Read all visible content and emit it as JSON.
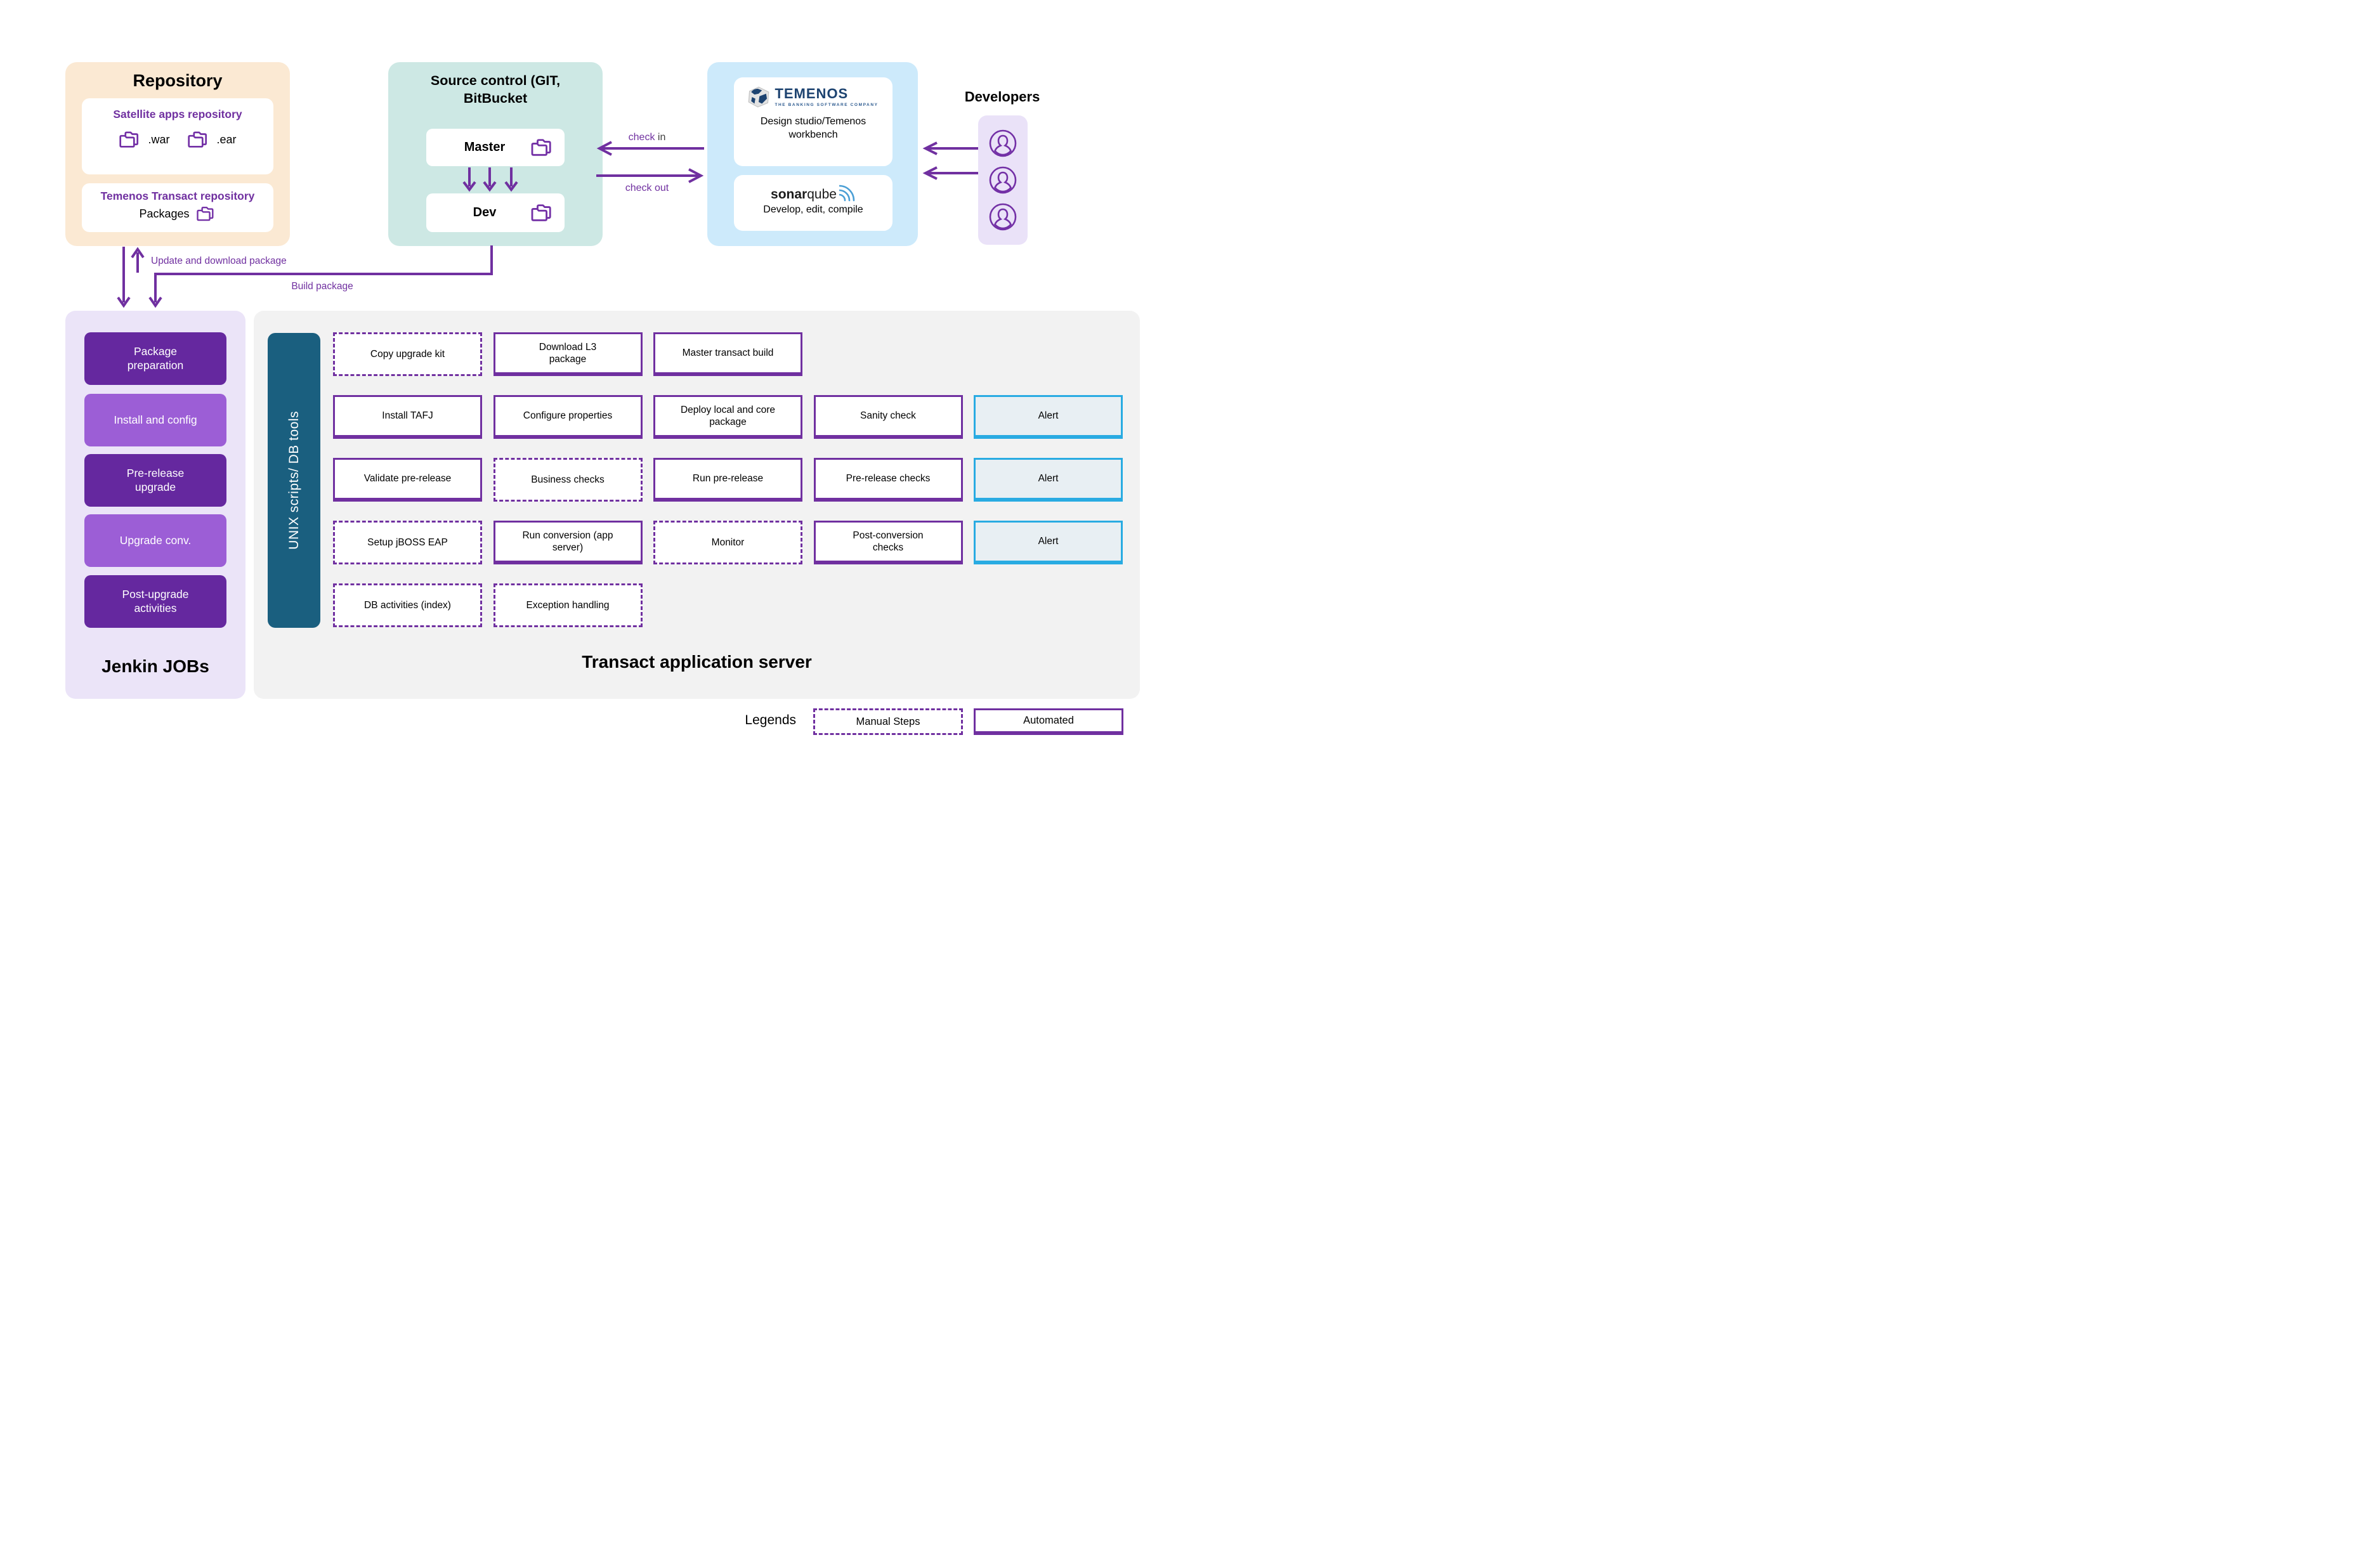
{
  "colors": {
    "arrow_purple": "#7030a0",
    "repository_bg": "#fbe9d3",
    "source_control_bg": "#cde8e4",
    "dev_tools_bg": "#cdeafb",
    "developers_bg": "#eae2f8",
    "jenkins_bg": "#ebe4f8",
    "jenkins_dark": "#65289f",
    "jenkins_light": "#9c5ed6",
    "server_bg": "#f2f2f2",
    "unix_bar_bg": "#1a5f7f",
    "alert_border": "#29abe2",
    "alert_bg": "#e8eff3",
    "temenos_navy": "#1d4370",
    "sonar_blue": "#4b9fd5"
  },
  "repository": {
    "title": "Repository",
    "satellite": {
      "title": "Satellite apps repository",
      "items": [
        ".war",
        ".ear"
      ]
    },
    "transact": {
      "title": "Temenos Transact repository",
      "packages_label": "Packages"
    }
  },
  "source_control": {
    "title_lines": [
      "Source control (GIT,",
      "BitBucket"
    ],
    "master": "Master",
    "dev": "Dev"
  },
  "dev_tools": {
    "temenos": {
      "brand": "TEMENOS",
      "tagline": "THE BANKING SOFTWARE COMPANY",
      "label": "Design studio/Temenos workbench"
    },
    "sonarqube": {
      "brand_bold": "sonar",
      "brand_light": "qube",
      "label": "Develop, edit, compile"
    }
  },
  "developers": {
    "title": "Developers"
  },
  "flows": {
    "check_in_word": "check",
    "check_in_word2": "in",
    "check_out": "check out",
    "update_download": "Update and download package",
    "build_package": "Build package"
  },
  "jenkins": {
    "title": "Jenkin JOBs",
    "jobs": [
      {
        "label": "Package preparation",
        "tone": "dark"
      },
      {
        "label": "Install and config",
        "tone": "light"
      },
      {
        "label": "Pre-release upgrade",
        "tone": "dark"
      },
      {
        "label": "Upgrade conv.",
        "tone": "light"
      },
      {
        "label": "Post-upgrade activities",
        "tone": "dark"
      }
    ]
  },
  "server": {
    "title": "Transact application server",
    "unix_bar": "UNIX scripts/ DB tools",
    "rows": [
      [
        {
          "label": "Copy upgrade kit",
          "type": "manual"
        },
        {
          "label": "Download L3 package",
          "type": "automated"
        },
        {
          "label": "Master transact build",
          "type": "automated"
        }
      ],
      [
        {
          "label": "Install TAFJ",
          "type": "automated"
        },
        {
          "label": "Configure properties",
          "type": "automated"
        },
        {
          "label": "Deploy local and core package",
          "type": "automated"
        },
        {
          "label": "Sanity check",
          "type": "automated"
        },
        {
          "label": "Alert",
          "type": "alert"
        }
      ],
      [
        {
          "label": "Validate pre-release",
          "type": "automated"
        },
        {
          "label": "Business checks",
          "type": "manual"
        },
        {
          "label": "Run pre-release",
          "type": "automated"
        },
        {
          "label": "Pre-release checks",
          "type": "automated"
        },
        {
          "label": "Alert",
          "type": "alert"
        }
      ],
      [
        {
          "label": "Setup jBOSS EAP",
          "type": "manual"
        },
        {
          "label": "Run conversion (app server)",
          "type": "automated"
        },
        {
          "label": "Monitor",
          "type": "manual"
        },
        {
          "label": "Post-conversion checks",
          "type": "automated"
        },
        {
          "label": "Alert",
          "type": "alert"
        }
      ],
      [
        {
          "label": "DB activities (index)",
          "type": "manual"
        },
        {
          "label": "Exception handling",
          "type": "manual"
        }
      ]
    ]
  },
  "legend": {
    "title": "Legends",
    "manual": "Manual Steps",
    "automated": "Automated"
  }
}
